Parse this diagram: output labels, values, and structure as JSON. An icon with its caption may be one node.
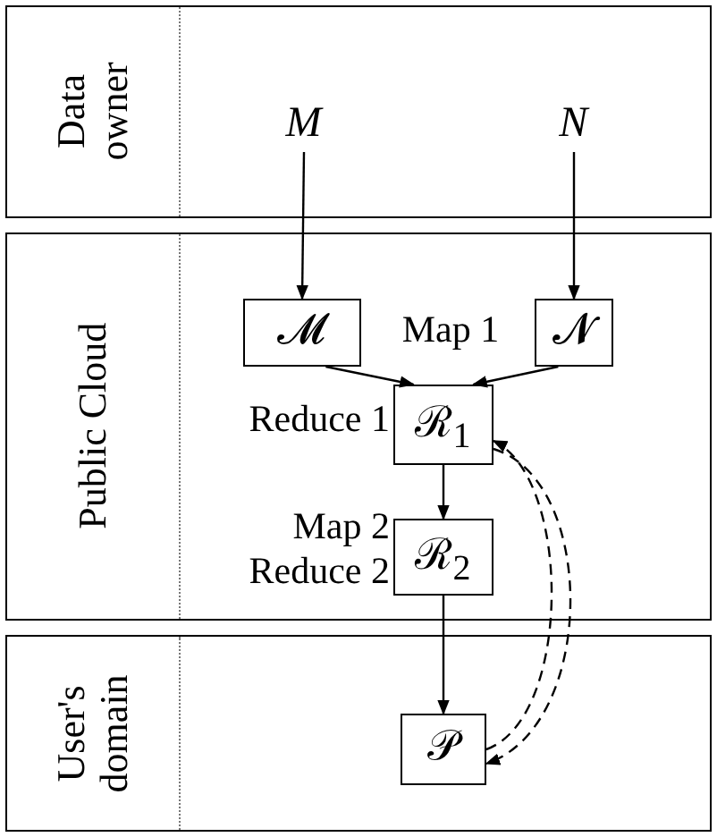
{
  "diagram": {
    "nodes": [
      {
        "text": [
          "Data owner"
        ]
      },
      {
        "text": [
          "Public Cloud"
        ]
      },
      {
        "text": [
          "User's domain"
        ]
      },
      {
        "text": [
          "M"
        ],
        "in": 0
      },
      {
        "text": [
          "N"
        ],
        "in": 0
      },
      {
        "text": [
          "𝓜"
        ],
        "in": 1
      },
      {
        "text": [
          "𝓝"
        ],
        "in": 1
      },
      {
        "text": [
          "ℛ$_{1}$"
        ],
        "in": 1,
        "beside": [
          "Reduce 1"
        ]
      },
      {
        "text": [
          "ℛ$_{2}$"
        ],
        "in": 1,
        "beside": [
          "Map 2 Reduce 2"
        ]
      },
      {
        "text": [
          "𝒫"
        ],
        "in": 2
      }
    ],
    "edges": [
      {
        "from": 3,
        "to": 5,
        "arrow": "to"
      },
      {
        "from": 4,
        "to": 6,
        "arrow": "to"
      },
      {
        "from": 5,
        "to": 7,
        "arrow": "to"
      },
      {
        "from": 6,
        "to": 7,
        "arrow": "to"
      },
      {
        "from": 7,
        "to": 8,
        "arrow": "to"
      },
      {
        "from": 8,
        "to": 9,
        "arrow": "to"
      },
      {
        "from": 7,
        "to": 9,
        "arrow": "to",
        "style": "dashed"
      },
      {
        "from": 9,
        "to": 7,
        "arrow": "to",
        "style": "dashed"
      }
    ],
    "labels": [
      "Map 1"
    ]
  }
}
